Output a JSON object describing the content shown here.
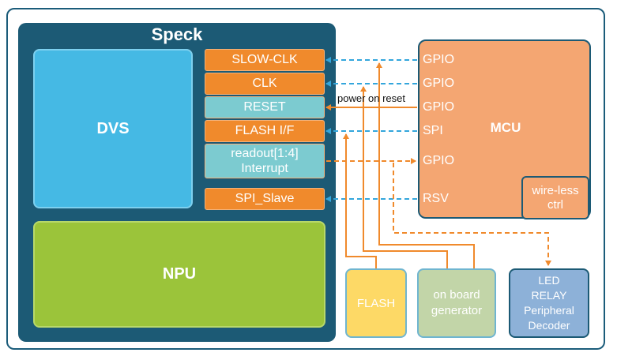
{
  "speck": {
    "title": "Speck",
    "dvs": "DVS",
    "npu": "NPU",
    "signals": [
      "SLOW-CLK",
      "CLK",
      "RESET",
      "FLASH I/F",
      "readout[1:4]",
      "Interrupt",
      "SPI_Slave"
    ]
  },
  "mcu": {
    "title": "MCU",
    "pins": [
      "GPIO",
      "GPIO",
      "GPIO",
      "SPI",
      "GPIO",
      "RSV"
    ],
    "wireless": [
      "wire-less",
      "ctrl"
    ]
  },
  "annotation": "power on reset",
  "peripherals": {
    "flash": "FLASH",
    "generator": [
      "on board",
      "generator"
    ],
    "led": [
      "LED",
      "RELAY",
      "Peripheral",
      "Decoder"
    ]
  },
  "colors": {
    "speck_bg": "#1c5a75",
    "signal_orange": "#f08a2c",
    "signal_teal": "#7ccbd0",
    "wire_blue": "#33a6dc",
    "wire_orange": "#f08a2c"
  }
}
